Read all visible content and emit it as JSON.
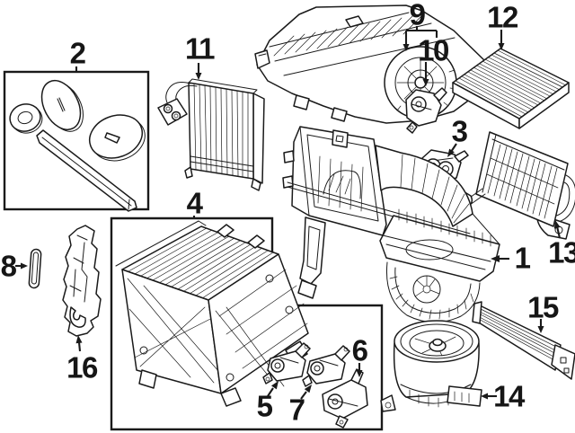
{
  "diagram": {
    "background_color": "#ffffff",
    "line_color": "#1a1a1a",
    "callouts": [
      {
        "number": "1"
      },
      {
        "number": "2"
      },
      {
        "number": "3"
      },
      {
        "number": "4"
      },
      {
        "number": "5"
      },
      {
        "number": "6"
      },
      {
        "number": "7"
      },
      {
        "number": "8"
      },
      {
        "number": "9"
      },
      {
        "number": "10"
      },
      {
        "number": "11"
      },
      {
        "number": "12"
      },
      {
        "number": "13"
      },
      {
        "number": "14"
      },
      {
        "number": "15"
      },
      {
        "number": "16"
      }
    ]
  }
}
